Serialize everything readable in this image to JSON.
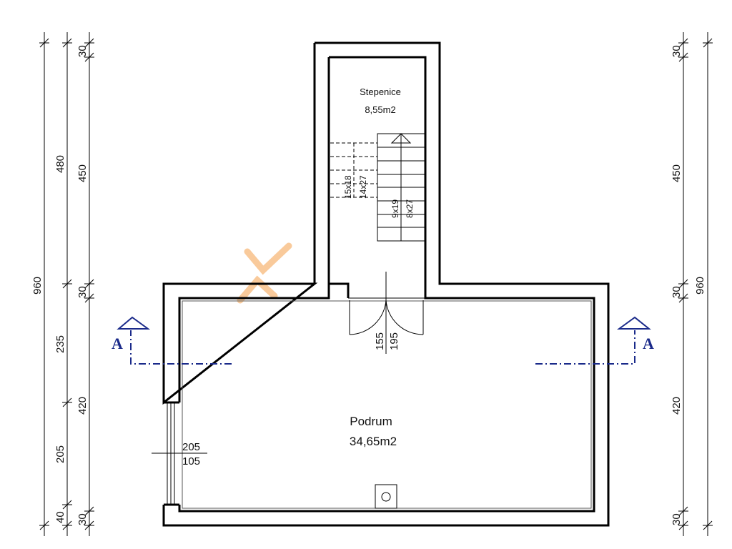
{
  "rooms": {
    "stairs": {
      "name": "Stepenice",
      "area": "8,55m2"
    },
    "basement": {
      "name": "Podrum",
      "area": "34,65m2"
    }
  },
  "stairs_labels": {
    "upper_a": "15x18",
    "upper_b": "14x27",
    "lower_a": "9x19",
    "lower_b": "8x27"
  },
  "door": {
    "top": "155",
    "bottom": "195"
  },
  "window": {
    "top": "205",
    "bottom": "105"
  },
  "section_marker": "A",
  "dims_left_outer": {
    "total": "960"
  },
  "dims_left_middle": {
    "a": "480",
    "b": "235",
    "c": "205",
    "d": "40"
  },
  "dims_left_inner": {
    "a": "30",
    "b": "450",
    "c": "30",
    "d": "420",
    "e": "30"
  },
  "dims_right_inner": {
    "a": "30",
    "b": "450",
    "c": "30",
    "d": "420",
    "e": "30"
  },
  "dims_right_outer": {
    "total": "960"
  },
  "colors": {
    "walls": "#000000",
    "section_line": "#1a2a8a",
    "watermark": "#f5a04a"
  }
}
